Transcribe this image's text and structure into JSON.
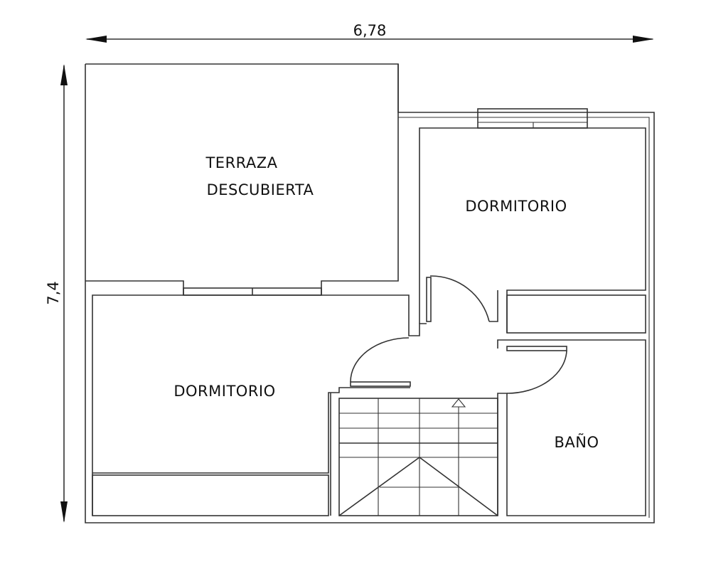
{
  "dimensions": {
    "width": "6,78",
    "height": "7,4"
  },
  "rooms": {
    "terrace_line1": "TERRAZA",
    "terrace_line2": "DESCUBIERTA",
    "bedroom_top_right": "DORMITORIO",
    "bedroom_left": "DORMITORIO",
    "bathroom": "BAÑO"
  }
}
